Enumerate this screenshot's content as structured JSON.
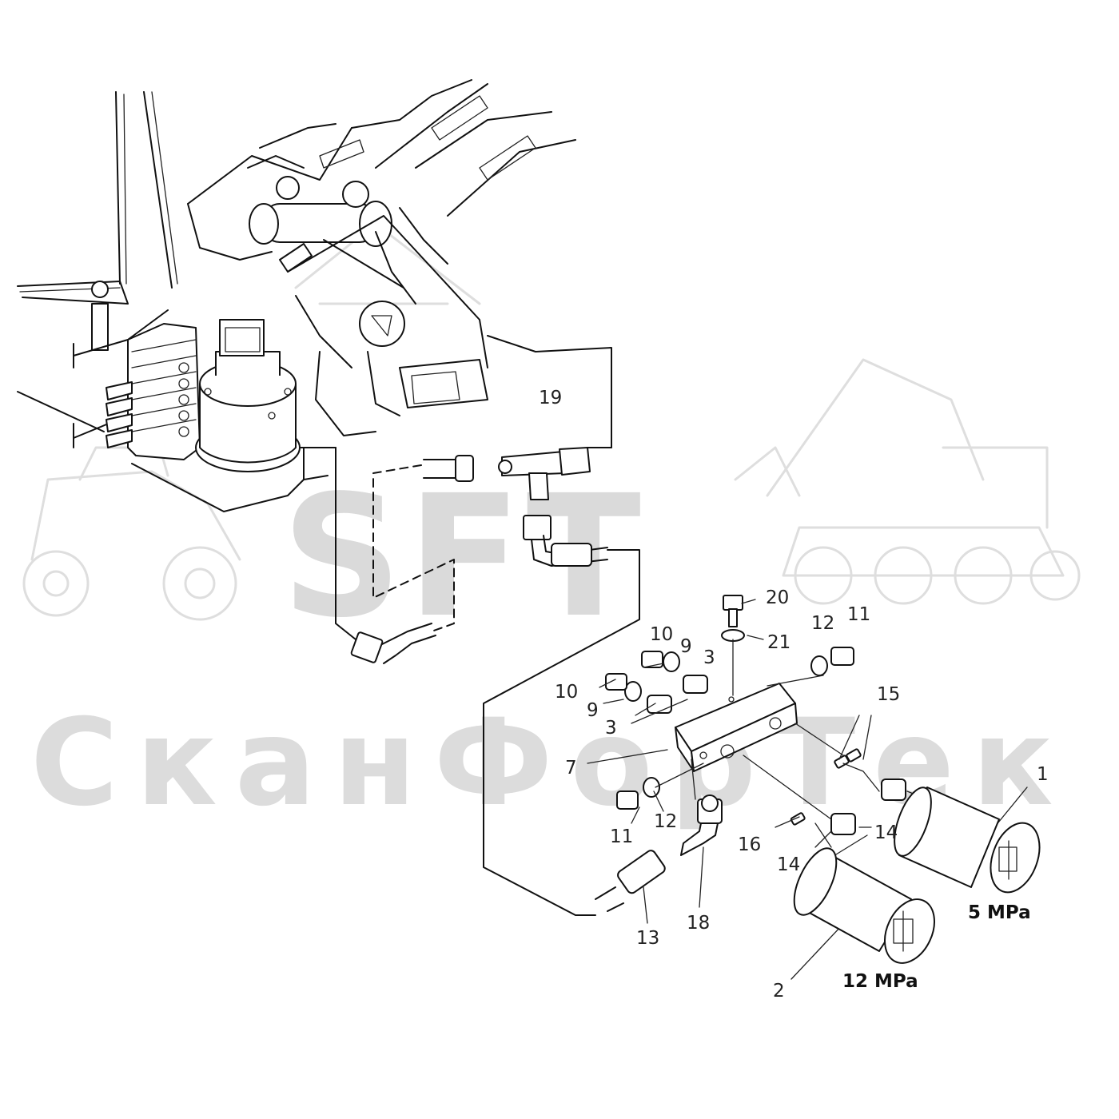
{
  "watermark": {
    "logo": "SFT",
    "brand": "СканФорТек"
  },
  "callouts": {
    "c1": "1",
    "c2": "2",
    "c3a": "3",
    "c3b": "3",
    "c7": "7",
    "c9a": "9",
    "c9b": "9",
    "c10a": "10",
    "c10b": "10",
    "c11a": "11",
    "c11b": "11",
    "c12a": "12",
    "c12b": "12",
    "c13": "13",
    "c14a": "14",
    "c14b": "14",
    "c15": "15",
    "c16": "16",
    "c18": "18",
    "c19": "19",
    "c20": "20",
    "c21": "21"
  },
  "pressures": {
    "filter_1": "5 MPa",
    "filter_2": "12 MPa"
  },
  "colors": {
    "line": "#111111",
    "watermark": "#dadada"
  }
}
